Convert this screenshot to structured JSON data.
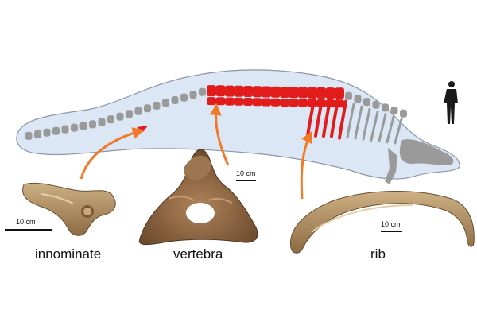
{
  "figure": {
    "colors": {
      "body_fill": "#dce7f6",
      "body_outline": "#8a97a8",
      "skeleton": "#9a9a9a",
      "highlight": "#e21b1b",
      "arrow": "#f07a28",
      "bone": "#b79567",
      "human": "#1a1a1a"
    },
    "labels": {
      "innominate": "innominate",
      "vertebra": "vertebra",
      "rib": "rib"
    },
    "scale_bars": {
      "innominate": "10 cm",
      "vertebra": "10 cm",
      "rib": "10 cm"
    },
    "icons": {
      "human": "human-silhouette-icon"
    }
  }
}
